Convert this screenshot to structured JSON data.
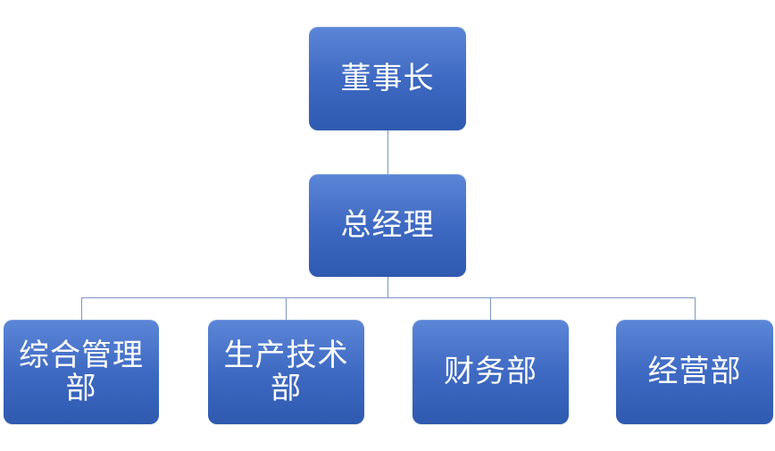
{
  "org_chart": {
    "root": {
      "label": "董事长"
    },
    "manager": {
      "label": "总经理"
    },
    "departments": [
      {
        "label": "综合管理部"
      },
      {
        "label": "生产技术部"
      },
      {
        "label": "财务部"
      },
      {
        "label": "经营部"
      }
    ]
  },
  "colors": {
    "node_top": "#5c86d7",
    "node_bottom": "#2f5ab0",
    "node_text": "#ffffff",
    "connector": "#7f95c2",
    "background": "#ffffff"
  }
}
